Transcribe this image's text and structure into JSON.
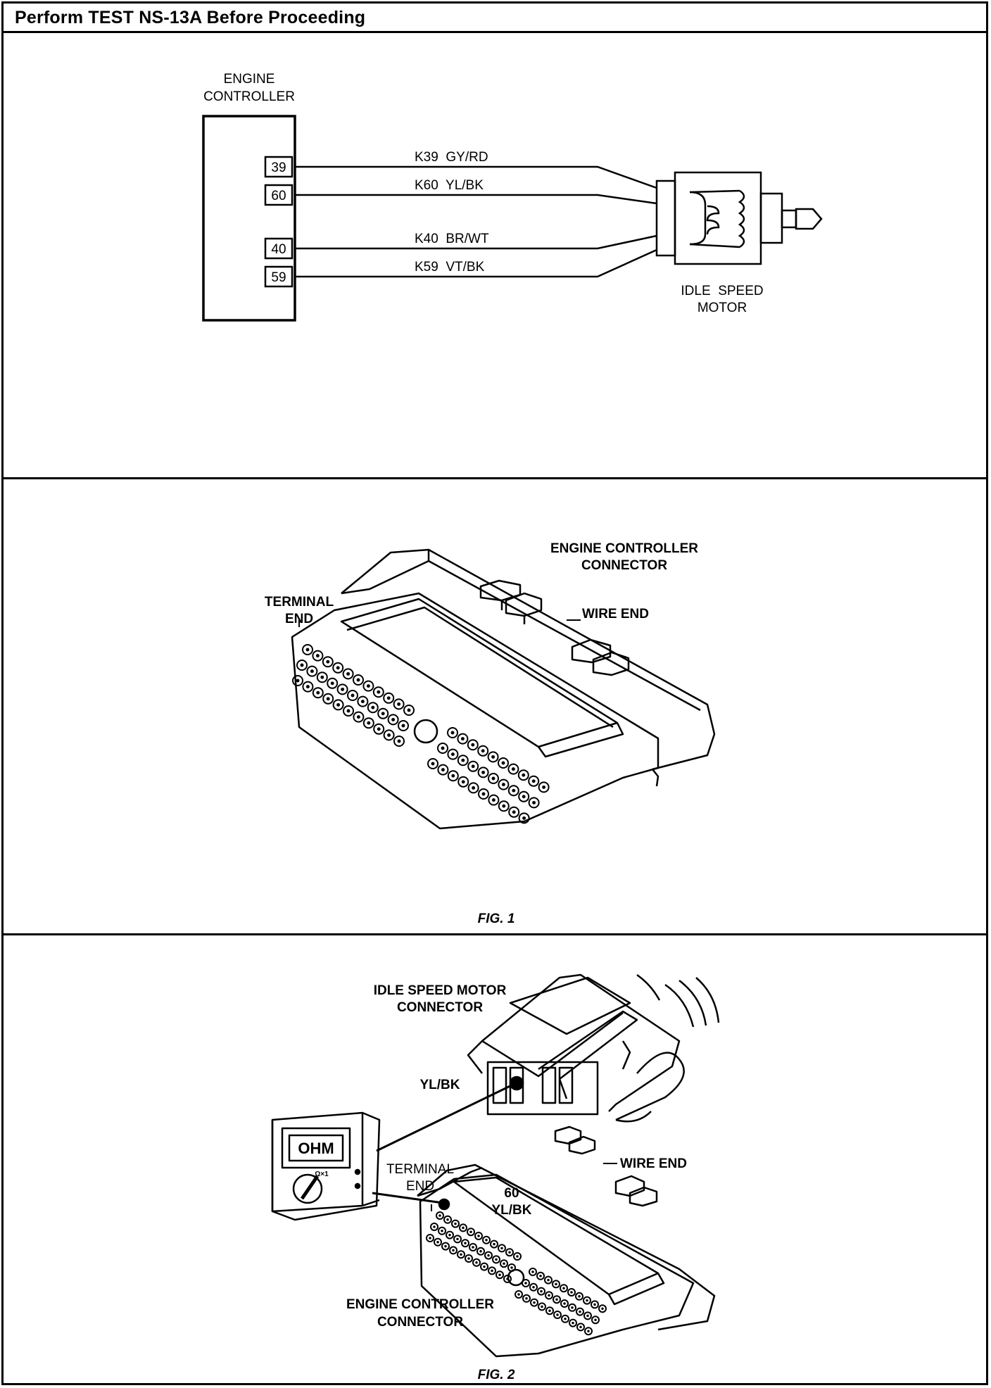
{
  "header": {
    "title": "Perform TEST NS-13A Before Proceeding"
  },
  "schematic": {
    "controller_label_line1": "ENGINE",
    "controller_label_line2": "CONTROLLER",
    "pins": [
      "39",
      "60",
      "40",
      "59"
    ],
    "wires": [
      "K39  GY/RD",
      "K60  YL/BK",
      "K40  BR/WT",
      "K59  VT/BK"
    ],
    "motor_label_line1": "IDLE  SPEED",
    "motor_label_line2": "MOTOR"
  },
  "fig1": {
    "connector_label_line1": "ENGINE CONTROLLER",
    "connector_label_line2": "CONNECTOR",
    "terminal_label_line1": "TERMINAL",
    "terminal_label_line2": "END",
    "wire_end_label": "WIRE END",
    "caption": "FIG. 1"
  },
  "fig2": {
    "isc_label_line1": "IDLE SPEED MOTOR",
    "isc_label_line2": "CONNECTOR",
    "ylbk_label": "YL/BK",
    "meter_display": "OHM",
    "meter_range": "Ω×1",
    "terminal_label_line1": "TERMINAL",
    "terminal_label_line2": "END",
    "pin_label_line1": "60",
    "pin_label_line2": "YL/BK",
    "wire_end_label": "WIRE END",
    "connector_label_line1": "ENGINE CONTROLLER",
    "connector_label_line2": "CONNECTOR",
    "caption": "FIG. 2"
  }
}
